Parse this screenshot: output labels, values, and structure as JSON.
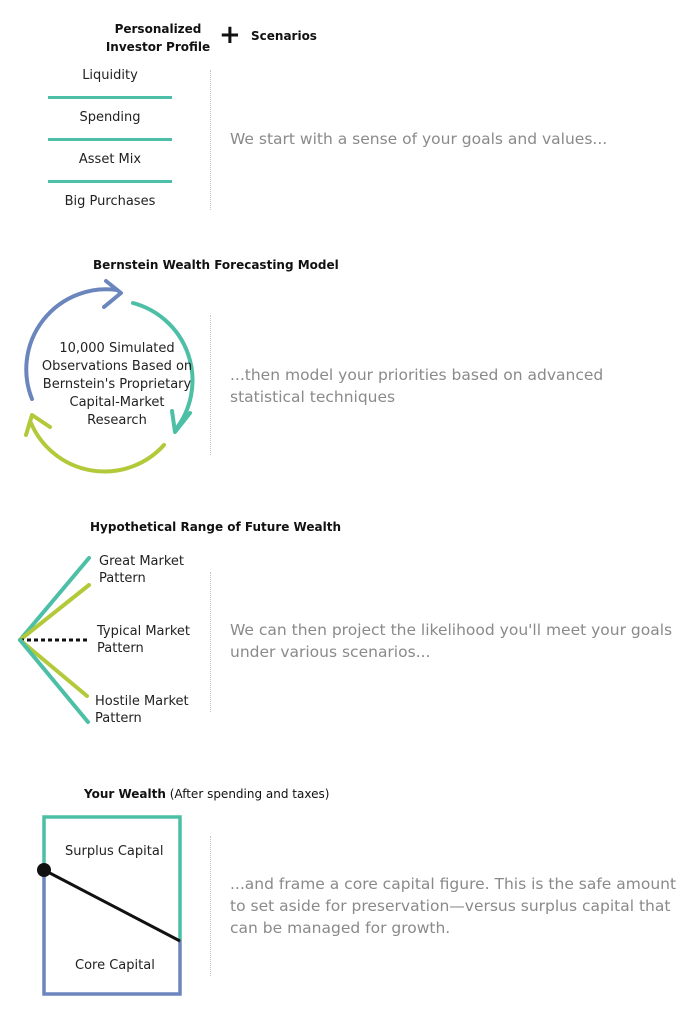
{
  "colors": {
    "teal": "#4cbfa6",
    "blue": "#6b86bd",
    "lime": "#b3c93a",
    "dark": "#111111",
    "caption_gray": "#8a8a8a"
  },
  "section1": {
    "heading_line1": "Personalized",
    "heading_line2": "Investor Profile",
    "plus_symbol": "+",
    "scenarios_label": "Scenarios",
    "items": [
      "Liquidity",
      "Spending",
      "Asset Mix",
      "Big Purchases"
    ],
    "caption": "We start with a sense of your goals and values..."
  },
  "section2": {
    "heading": "Bernstein Wealth Forecasting Model",
    "cycle_text": [
      "10,000 Simulated",
      "Observations Based on",
      "Bernstein's Proprietary",
      "Capital-Market",
      "Research"
    ],
    "caption_line1": "...then model your priorities based on advanced",
    "caption_line2": "statistical techniques"
  },
  "section3": {
    "heading": "Hypothetical Range of Future Wealth",
    "great_line1": "Great Market",
    "great_line2": "Pattern",
    "typical_line1": "Typical Market",
    "typical_line2": "Pattern",
    "hostile_line1": "Hostile Market",
    "hostile_line2": "Pattern",
    "caption_line1": "We can then project the likelihood you'll meet your goals",
    "caption_line2": "under various scenarios..."
  },
  "section4": {
    "heading_bold": "Your Wealth",
    "heading_note": "(After spending and taxes)",
    "surplus_label": "Surplus Capital",
    "core_label": "Core Capital",
    "caption_line1": "...and frame a core capital figure. This is the safe amount",
    "caption_line2": "to set aside for preservation—versus surplus capital that",
    "caption_line3": "can be managed for growth."
  }
}
